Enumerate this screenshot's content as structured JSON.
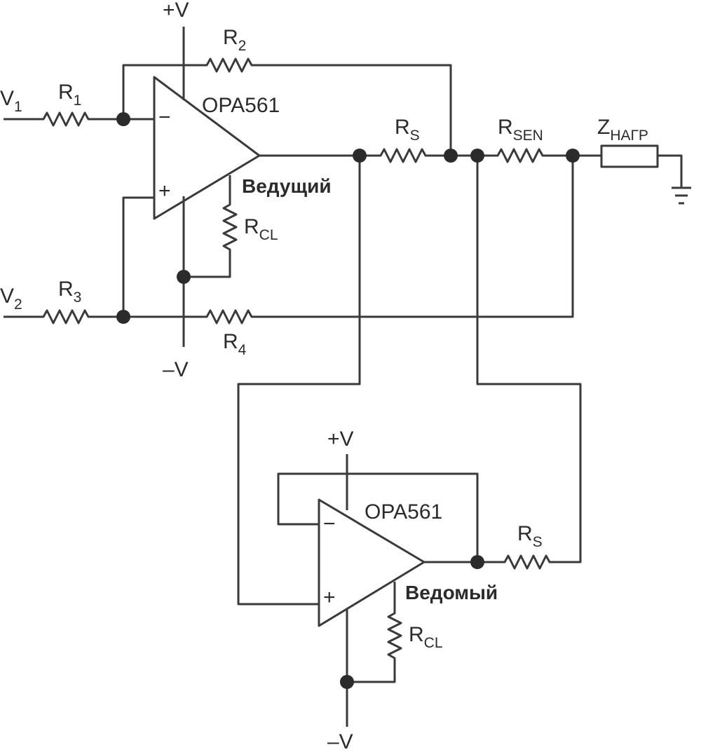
{
  "colors": {
    "wire": "#3a3a3a",
    "text": "#2b2b2b",
    "background": "#ffffff"
  },
  "inputs": {
    "v1": "V",
    "v1_sub": "1",
    "v2": "V",
    "v2_sub": "2"
  },
  "supplies": {
    "master_pos": "+V",
    "master_neg": "–V",
    "slave_pos": "+V",
    "slave_neg": "–V"
  },
  "master": {
    "part": "OPA561",
    "role": "Ведущий",
    "inv_sign": "−",
    "noninv_sign": "+",
    "rcl": "R",
    "rcl_sub": "CL"
  },
  "slave": {
    "part": "OPA561",
    "role": "Ведомый",
    "inv_sign": "−",
    "noninv_sign": "+",
    "rcl": "R",
    "rcl_sub": "CL",
    "rs": "R",
    "rs_sub": "S"
  },
  "resistors": {
    "r1": "R",
    "r1_sub": "1",
    "r2": "R",
    "r2_sub": "2",
    "r3": "R",
    "r3_sub": "3",
    "r4": "R",
    "r4_sub": "4",
    "rs": "R",
    "rs_sub": "S",
    "rsen": "R",
    "rsen_sub": "SEN"
  },
  "load": {
    "z": "Z",
    "z_sub": "НАГР"
  }
}
